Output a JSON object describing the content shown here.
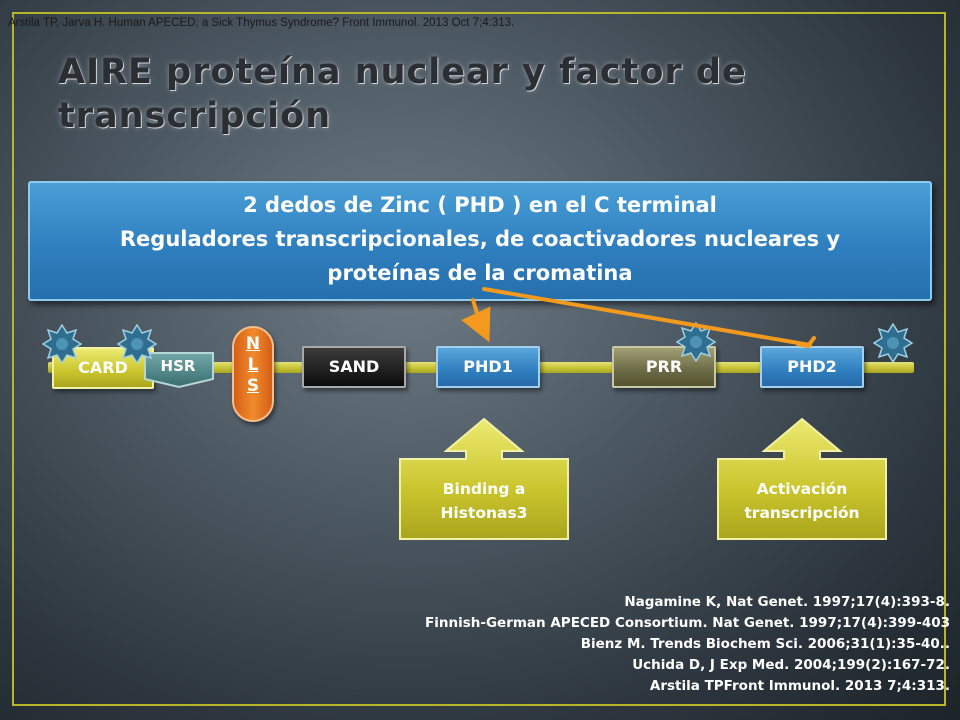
{
  "citation_top": "Arstila TP, Jarva H. Human APECED; a Sick Thymus Syndrome? Front Immunol. 2013 Oct 7;4:313.",
  "title": {
    "line1": "AIRE proteína nuclear y factor de",
    "line2": "transcripción"
  },
  "info_box": {
    "line1": "2 dedos de Zinc ( PHD ) en el C terminal",
    "line2": "Reguladores transcripcionales, de coactivadores nucleares y",
    "line3": "proteínas de la cromatina"
  },
  "domains": {
    "card": "CARD",
    "hsr": "HSR",
    "nls": [
      "N",
      "L",
      "S"
    ],
    "sand": "SAND",
    "phd1": "PHD1",
    "prr": "PRR",
    "phd2": "PHD2"
  },
  "callouts": {
    "left": {
      "line1": "Binding a",
      "line2": "Histonas3"
    },
    "right": {
      "line1": "Activación",
      "line2": "transcripción"
    }
  },
  "references": [
    "Nagamine K, Nat Genet. 1997;17(4):393-8.",
    "Finnish-German APECED Consortium. Nat Genet. 1997;17(4):399-403",
    "Bienz M. Trends Biochem Sci. 2006;31(1):35-40..",
    "Uchida D, J Exp Med. 2004;199(2):167-72.",
    "Arstila TPFront Immunol. 2013 7;4:313."
  ],
  "colors": {
    "frame": "#b7b52a",
    "arrow": "#f39a1e",
    "info_box": "#2f7fbf",
    "callout": "#c9c42c",
    "gear": "#2f6e8e"
  }
}
